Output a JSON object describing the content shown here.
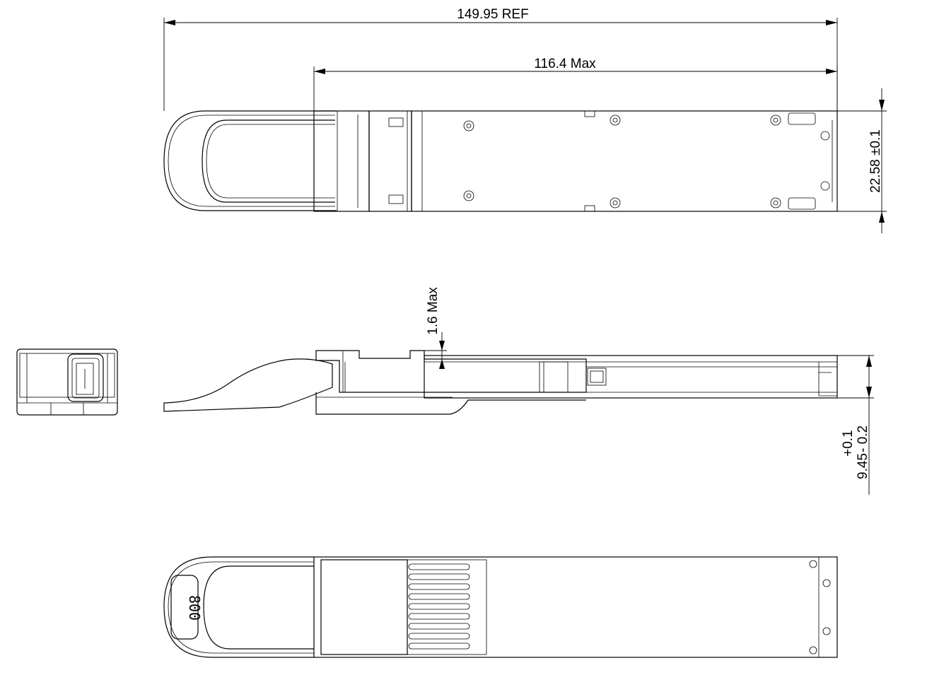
{
  "dimensions": {
    "overall_length": "149.95 REF",
    "body_length": "116.4 Max",
    "width": "22.58 ±0.1",
    "top_clearance": "1.6 Max",
    "height_main": "9.45",
    "height_tol_upper": "+0.1",
    "height_tol_lower": "- 0.2"
  },
  "labels": {
    "pull_tab_marking": "800"
  }
}
